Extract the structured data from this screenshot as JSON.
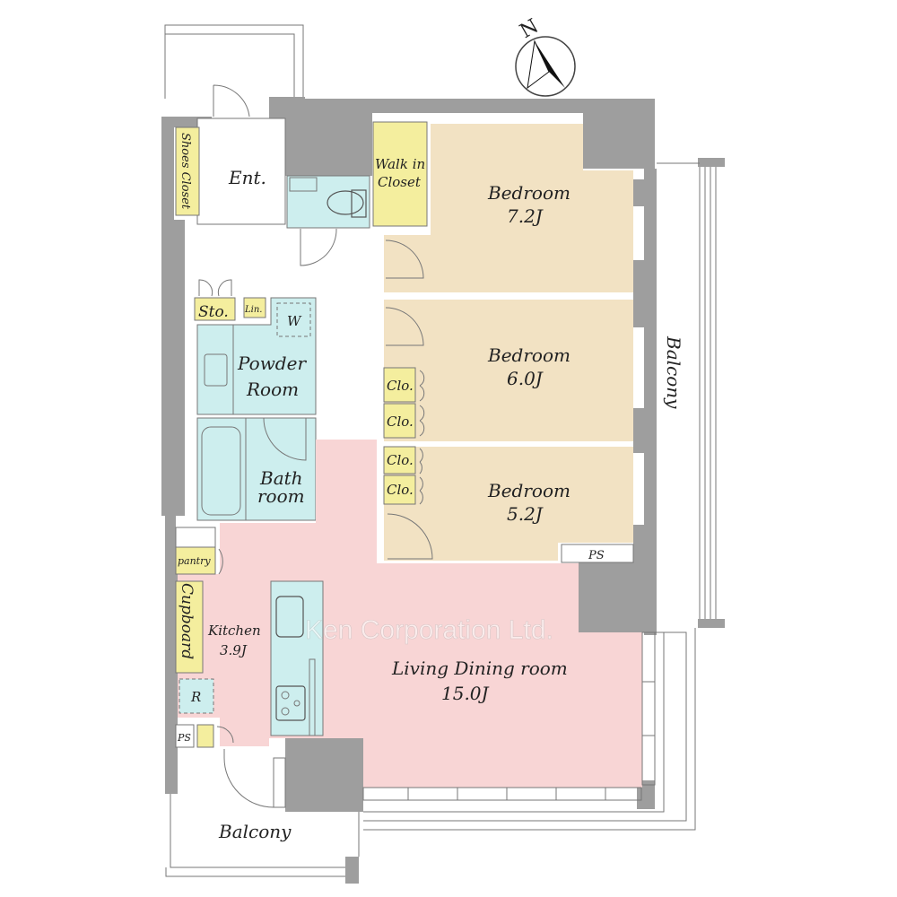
{
  "compass": {
    "label": "N"
  },
  "rooms": {
    "entrance": "Ent.",
    "shoes_closet": "Shoes Closet",
    "walk_in_closet_1": "Walk in",
    "walk_in_closet_2": "Closet",
    "bedroom1": {
      "name": "Bedroom",
      "size": "7.2J"
    },
    "bedroom2": {
      "name": "Bedroom",
      "size": "6.0J"
    },
    "bedroom3": {
      "name": "Bedroom",
      "size": "5.2J"
    },
    "closet": "Clo.",
    "storage": "Sto.",
    "linen": "Lin.",
    "washer": "W",
    "powder_room_1": "Powder",
    "powder_room_2": "Room",
    "bath_room_1": "Bath",
    "bath_room_2": "room",
    "pantry": "pantry",
    "cupboard": "Cupboard",
    "kitchen": {
      "name": "Kitchen",
      "size": "3.9J"
    },
    "refrigerator": "R",
    "pipe_space": "PS",
    "living": {
      "name": "Living Dining room",
      "size": "15.0J"
    },
    "balcony": "Balcony"
  },
  "watermark": "Ken Corporation Ltd.",
  "colors": {
    "bedroom": "#f2e2c3",
    "living": "#f8d5d5",
    "wet": "#cdeeee",
    "storage": "#f4ee9e",
    "wall": "#9e9e9e"
  }
}
